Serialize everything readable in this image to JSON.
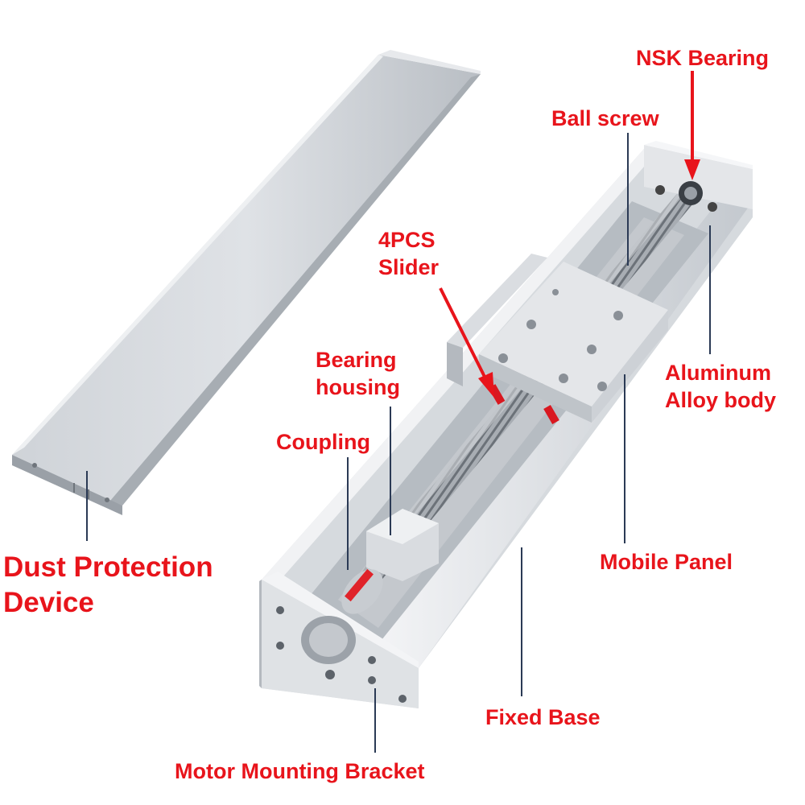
{
  "colors": {
    "label_text": "#e8141b",
    "leader_line": "#2b3a55",
    "arrow": "#e8141b",
    "aluminum_light": "#e9ebee",
    "aluminum_mid": "#c9cdd2",
    "aluminum_dark": "#9aa0a7"
  },
  "labels": {
    "nsk_bearing": "NSK Bearing",
    "ball_screw": "Ball screw",
    "slider_line1": "4PCS",
    "slider_line2": "Slider",
    "bearing_housing_line1": "Bearing",
    "bearing_housing_line2": "housing",
    "coupling": "Coupling",
    "aluminum_line1": "Aluminum",
    "aluminum_line2": "Alloy body",
    "dust_line1": "Dust Protection",
    "dust_line2": "Device",
    "mobile_panel": "Mobile Panel",
    "fixed_base": "Fixed Base",
    "motor_bracket": "Motor Mounting Bracket"
  }
}
